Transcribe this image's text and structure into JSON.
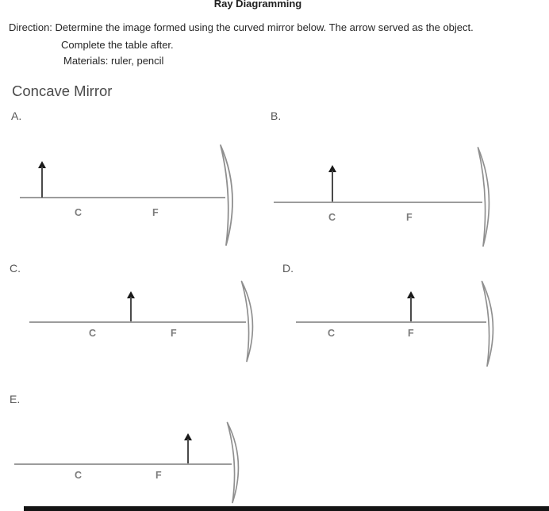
{
  "document": {
    "title": "Ray Diagramming",
    "direction_lines": [
      "Direction: Determine the image formed using the curved mirror below. The arrow served as the object.",
      "Complete the table after.",
      "Materials: ruler, pencil"
    ],
    "section_heading": "Concave Mirror"
  },
  "diagrams": [
    {
      "label": "A.",
      "center_label": "C",
      "focus_label": "F",
      "object_position": "beyond C"
    },
    {
      "label": "B.",
      "center_label": "C",
      "focus_label": "F",
      "object_position": "at C"
    },
    {
      "label": "C.",
      "center_label": "C",
      "focus_label": "F",
      "object_position": "between C and F"
    },
    {
      "label": "D.",
      "center_label": "C",
      "focus_label": "F",
      "object_position": "at F"
    },
    {
      "label": "E.",
      "center_label": "C",
      "focus_label": "F",
      "object_position": "between F and mirror"
    }
  ],
  "colors": {
    "axis": "#9c9c9c",
    "arrow_stem": "#4a4a4a",
    "arrow_head": "#1a1a1a",
    "mirror_stroke": "#8f8f8f",
    "point_label": "#7c7c7c",
    "bottom_bar": "#141414"
  }
}
